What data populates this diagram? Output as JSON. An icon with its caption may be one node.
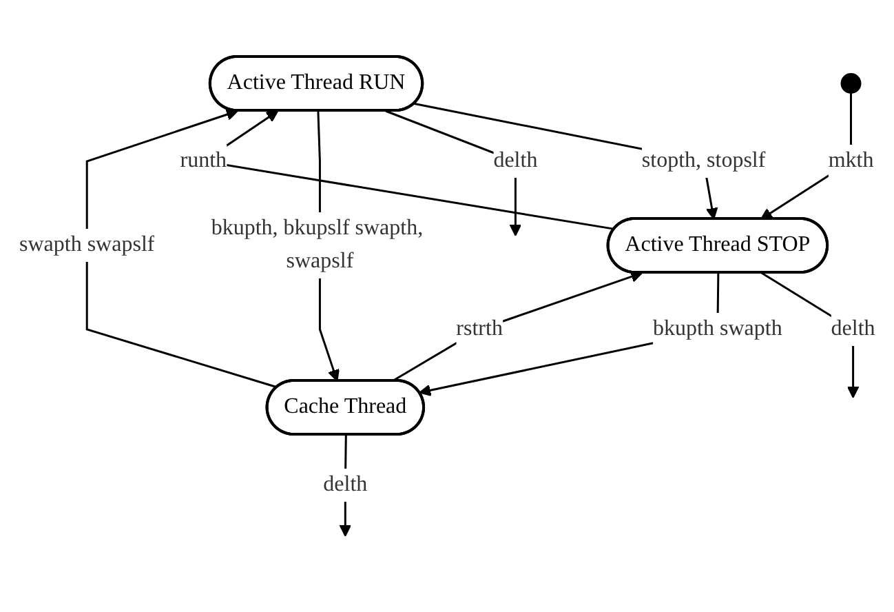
{
  "diagram": {
    "nodes": [
      {
        "text": [
          "Active Thread RUN"
        ]
      },
      {
        "text": [
          "Active Thread STOP"
        ]
      },
      {
        "text": [
          "Cache Thread"
        ]
      },
      {
        "text": [],
        "shape": "circle"
      }
    ],
    "edges": [
      {
        "from": 3,
        "to": 1,
        "arrow": "to",
        "label": "mkth"
      },
      {
        "from": 1,
        "to": 0,
        "arrow": "to",
        "label": "runth"
      },
      {
        "from": 0,
        "to": 1,
        "arrow": "to",
        "label": "stopth, stopslf"
      },
      {
        "from": 0,
        "to": null,
        "arrow": "to",
        "label": "delth"
      },
      {
        "from": 1,
        "to": null,
        "arrow": "to",
        "label": "delth"
      },
      {
        "from": 2,
        "to": 0,
        "arrow": "to",
        "label": "swapth swapslf"
      },
      {
        "from": 0,
        "to": 2,
        "arrow": "to",
        "label": "bkupth, bkupslf swapth, swapslf"
      },
      {
        "from": 1,
        "to": 2,
        "arrow": "to",
        "label": "bkupth swapth"
      },
      {
        "from": 2,
        "to": 1,
        "arrow": "to",
        "label": "rstrth"
      },
      {
        "from": 2,
        "to": null,
        "arrow": "to",
        "label": "delth"
      }
    ]
  }
}
